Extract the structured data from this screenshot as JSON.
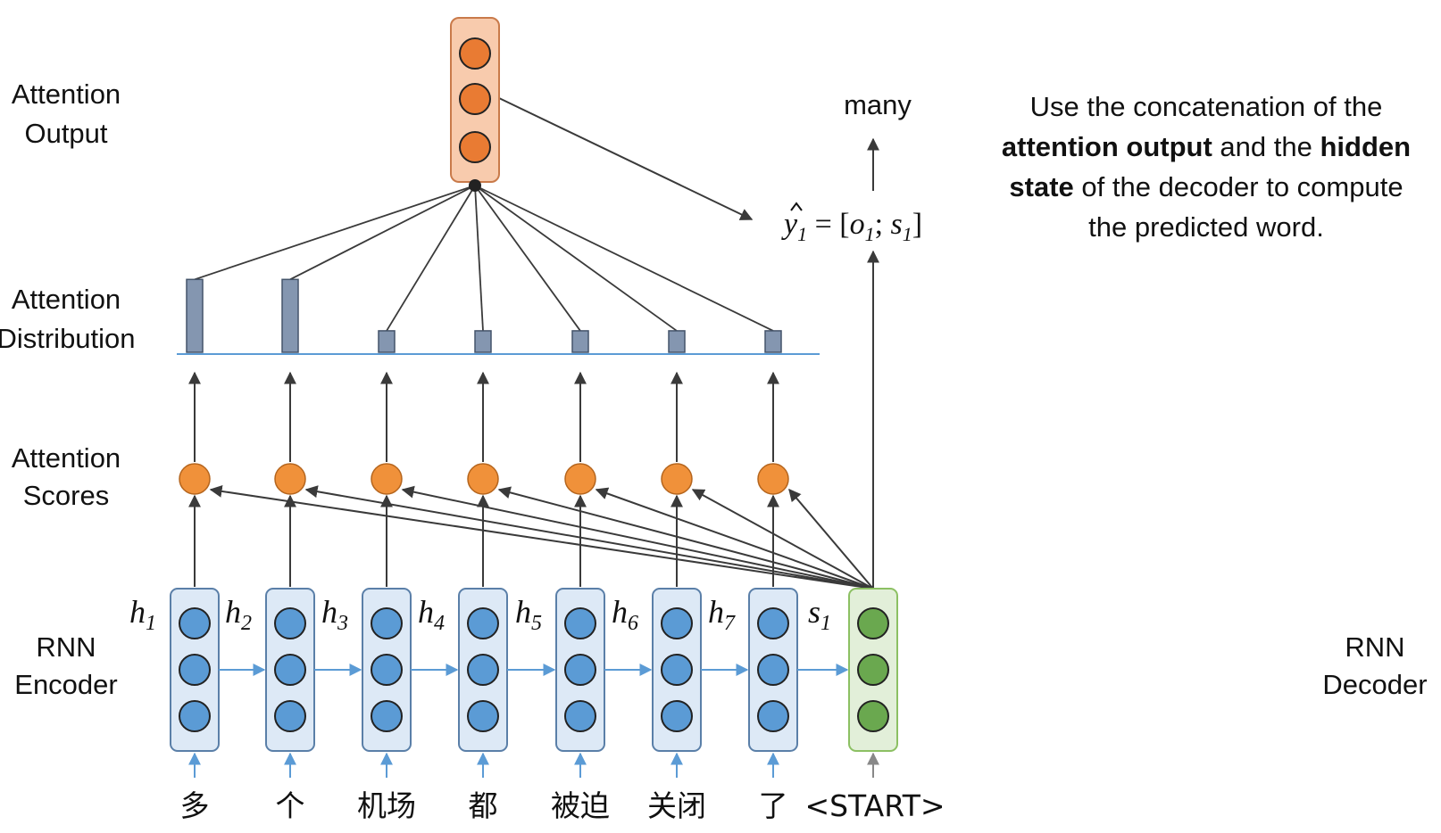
{
  "row_labels": {
    "attention_output": [
      "Attention",
      "Output"
    ],
    "attention_distribution": [
      "Attention",
      "Distribution"
    ],
    "attention_scores": [
      "Attention",
      "Scores"
    ],
    "rnn_encoder": [
      "RNN",
      "Encoder"
    ],
    "rnn_decoder": [
      "RNN",
      "Decoder"
    ]
  },
  "encoder": {
    "hidden_symbol": "h",
    "steps": [
      {
        "sub": "1",
        "word": "多",
        "attention": 0.95
      },
      {
        "sub": "2",
        "word": "个",
        "attention": 0.95
      },
      {
        "sub": "3",
        "word": "机场",
        "attention": 0.28
      },
      {
        "sub": "4",
        "word": "都",
        "attention": 0.28
      },
      {
        "sub": "5",
        "word": "被迫",
        "attention": 0.28
      },
      {
        "sub": "6",
        "word": "关闭",
        "attention": 0.28
      },
      {
        "sub": "7",
        "word": "了",
        "attention": 0.28
      }
    ]
  },
  "decoder": {
    "state_symbol": "s",
    "state_sub": "1",
    "input_word": "<START>",
    "output_word": "many",
    "formula": {
      "lhs": "y",
      "lhs_sub": "1",
      "eq": " = [",
      "o": "o",
      "o_sub": "1",
      "sep": "; ",
      "s": "s",
      "s_sub": "1",
      "close": "]"
    }
  },
  "note": {
    "line1": "Use the concatenation of the",
    "line2_bold_a": "attention output",
    "line2_mid": " and the ",
    "line2_bold_b": "hidden",
    "line3_bold": "state",
    "line3_rest": " of the decoder to compute",
    "line4": "the predicted word."
  },
  "colors": {
    "encoder_cell_fill": "#dde9f6",
    "encoder_cell_stroke": "#5a7fa8",
    "encoder_neuron": "#5b9bd5",
    "decoder_cell_fill": "#e2efd9",
    "decoder_cell_stroke": "#8cc063",
    "decoder_neuron": "#6aa84f",
    "score_node": "#f0913a",
    "output_cell_fill": "#f8cbad",
    "output_cell_stroke": "#c97a4a",
    "output_neuron": "#e97b33",
    "attention_bar": "#8496b0",
    "baseline": "#5b9bd5",
    "arrow": "#3a3a3a",
    "input_arrow": "#5b9bd5"
  }
}
